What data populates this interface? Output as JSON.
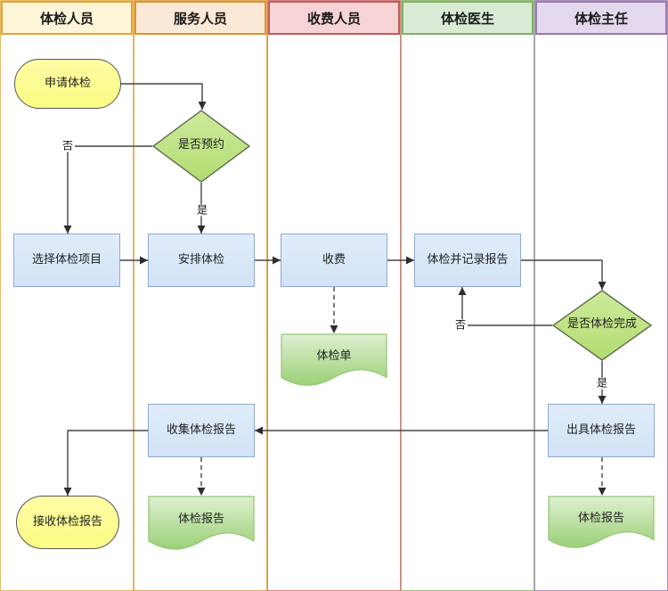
{
  "diagram_type": "swimlane-flowchart",
  "lanes": [
    {
      "label": "体检人员",
      "fill": "#fdf5d8",
      "stroke": "#e0a636"
    },
    {
      "label": "服务人员",
      "fill": "#fbe9d7",
      "stroke": "#db942f"
    },
    {
      "label": "收费人员",
      "fill": "#f7d3d5",
      "stroke": "#c25b5b"
    },
    {
      "label": "体检医生",
      "fill": "#d9ebd4",
      "stroke": "#82b164"
    },
    {
      "label": "体检主任",
      "fill": "#e3d8ed",
      "stroke": "#9b79b1"
    }
  ],
  "nodes": {
    "apply": {
      "label": "申请体检",
      "type": "start",
      "lane": "体检人员"
    },
    "decision_booked": {
      "label": "是否预约",
      "type": "decision",
      "lane": "服务人员"
    },
    "choose_items": {
      "label": "选择体检项目",
      "type": "process",
      "lane": "体检人员"
    },
    "arrange": {
      "label": "安排体检",
      "type": "process",
      "lane": "服务人员"
    },
    "charge": {
      "label": "收费",
      "type": "process",
      "lane": "收费人员"
    },
    "exam_form": {
      "label": "体检单",
      "type": "document",
      "lane": "收费人员"
    },
    "exam_record": {
      "label": "体检并记录报告",
      "type": "process",
      "lane": "体检医生"
    },
    "decision_done": {
      "label": "是否体检完成",
      "type": "decision",
      "lane": "体检主任"
    },
    "issue_report": {
      "label": "出具体检报告",
      "type": "process",
      "lane": "体检主任"
    },
    "report_director": {
      "label": "体检报告",
      "type": "document",
      "lane": "体检主任"
    },
    "collect_reports": {
      "label": "收集体检报告",
      "type": "process",
      "lane": "服务人员"
    },
    "report_service": {
      "label": "体检报告",
      "type": "document",
      "lane": "服务人员"
    },
    "receive_report": {
      "label": "接收体检报告",
      "type": "end",
      "lane": "体检人员"
    }
  },
  "edge_labels": {
    "no_booked": "否",
    "yes_booked": "是",
    "no_done": "否",
    "yes_done": "是"
  },
  "edges": [
    {
      "from": "apply",
      "to": "decision_booked",
      "style": "solid"
    },
    {
      "from": "decision_booked",
      "to": "choose_items",
      "style": "solid",
      "label": "否"
    },
    {
      "from": "decision_booked",
      "to": "arrange",
      "style": "solid",
      "label": "是"
    },
    {
      "from": "choose_items",
      "to": "arrange",
      "style": "solid"
    },
    {
      "from": "arrange",
      "to": "charge",
      "style": "solid"
    },
    {
      "from": "charge",
      "to": "exam_record",
      "style": "solid"
    },
    {
      "from": "charge",
      "to": "exam_form",
      "style": "dashed"
    },
    {
      "from": "exam_record",
      "to": "decision_done",
      "style": "solid"
    },
    {
      "from": "decision_done",
      "to": "exam_record",
      "style": "solid",
      "label": "否"
    },
    {
      "from": "decision_done",
      "to": "issue_report",
      "style": "solid",
      "label": "是"
    },
    {
      "from": "issue_report",
      "to": "collect_reports",
      "style": "solid"
    },
    {
      "from": "issue_report",
      "to": "report_director",
      "style": "dashed"
    },
    {
      "from": "collect_reports",
      "to": "report_service",
      "style": "dashed"
    },
    {
      "from": "collect_reports",
      "to": "receive_report",
      "style": "solid"
    }
  ],
  "colors": {
    "connector": "#454545",
    "process_fill": "#d8e7f7",
    "process_stroke": "#8ea9cf",
    "start_end_fill": "#fcfc94",
    "start_end_stroke": "#57575a",
    "decision_fill_top": "#cdea9b",
    "decision_fill_bottom": "#b2dc72",
    "decision_stroke": "#5e6b4d",
    "document_fill_top": "#def0d0",
    "document_fill_bottom": "#9bd077",
    "document_stroke": "#97c877"
  }
}
